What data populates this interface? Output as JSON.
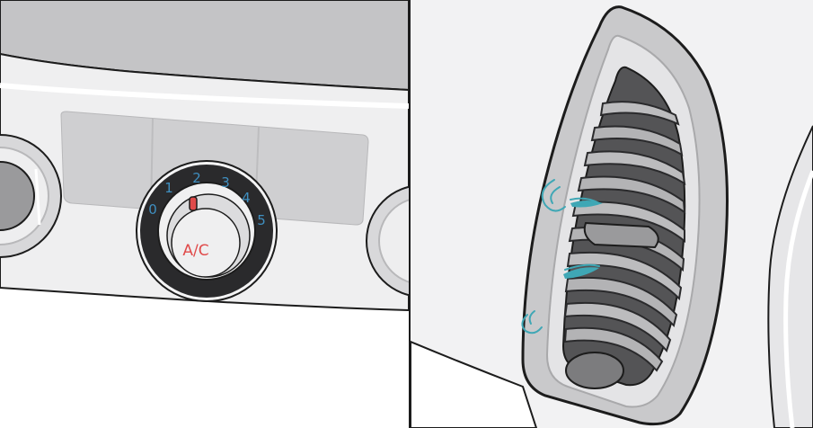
{
  "scene": {
    "dial": {
      "numbers": [
        "0",
        "1",
        "2",
        "3",
        "4",
        "5"
      ],
      "button_label": "A/C",
      "number_color": "#3f8fc0",
      "indicator_color": "#e04a4a"
    },
    "airflow_color": "#3fa7b5"
  }
}
